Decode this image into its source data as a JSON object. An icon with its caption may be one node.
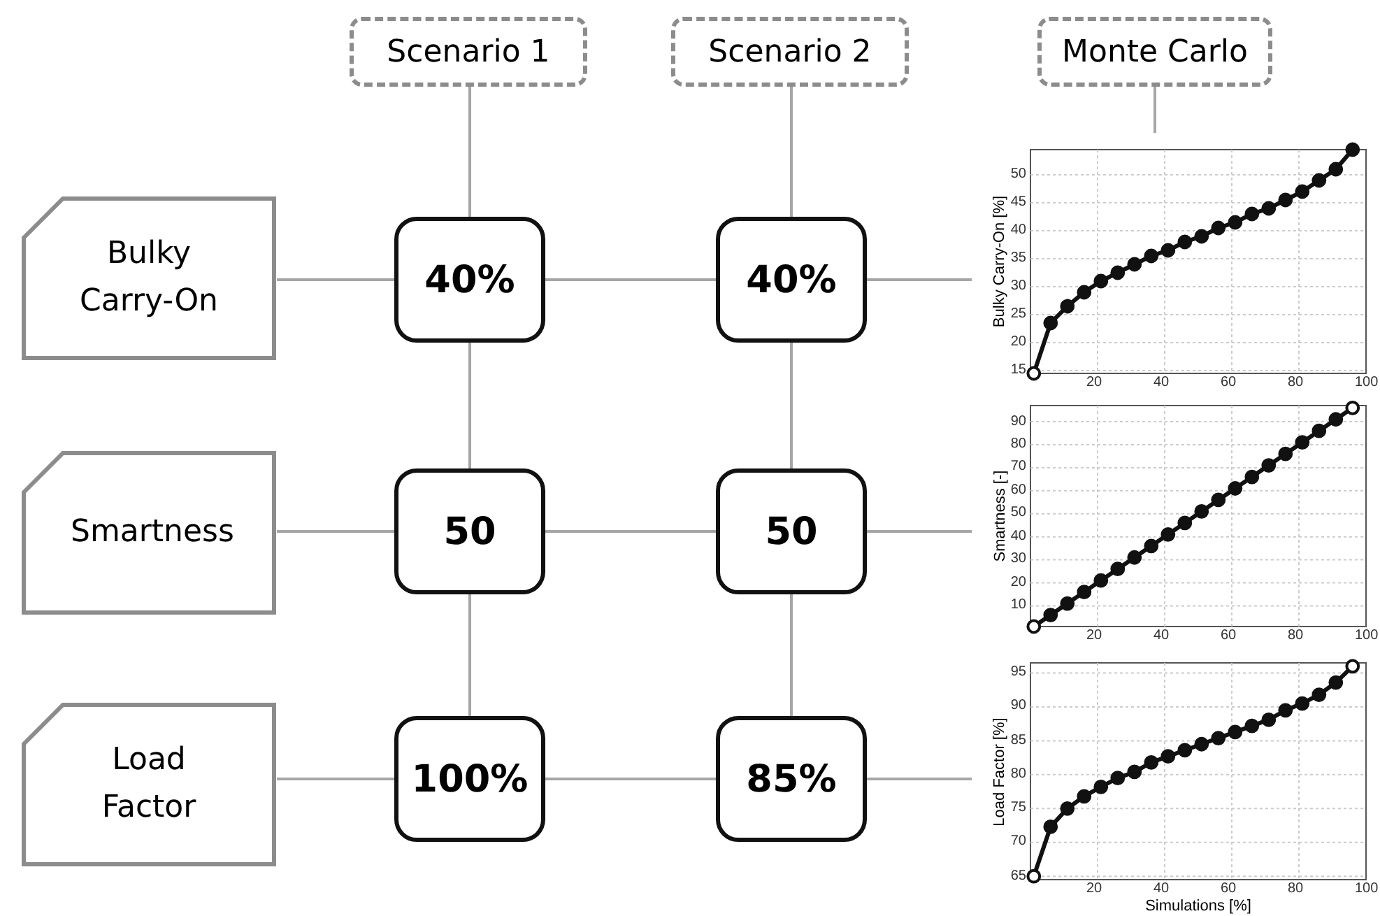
{
  "diagram": {
    "nodes": [
      {
        "text": [
          "Scenario 1"
        ]
      },
      {
        "text": [
          "Scenario 2"
        ]
      },
      {
        "text": [
          "Monte Carlo"
        ]
      },
      {
        "text": [
          "Bulky Carry-On"
        ]
      },
      {
        "text": [
          "40%"
        ]
      },
      {
        "text": [
          "40%"
        ]
      },
      {
        "text": [
          "Bulky Carry-On [%]"
        ]
      },
      {
        "text": [
          "Smartness"
        ]
      },
      {
        "text": [
          "50"
        ]
      },
      {
        "text": [
          "50"
        ]
      },
      {
        "text": [
          "Smartness [-]"
        ]
      },
      {
        "text": [
          "Load Factor"
        ]
      },
      {
        "text": [
          "100%"
        ]
      },
      {
        "text": [
          "85%"
        ]
      },
      {
        "text": [
          "Load Factor [%]",
          "Simulations [%]"
        ]
      }
    ],
    "edges": [
      {
        "from": 0,
        "to": 4,
        "arrow": "none"
      },
      {
        "from": 1,
        "to": 5,
        "arrow": "none"
      },
      {
        "from": 2,
        "to": 6,
        "arrow": "none"
      },
      {
        "from": 3,
        "to": 4,
        "arrow": "none"
      },
      {
        "from": 4,
        "to": 5,
        "arrow": "none"
      },
      {
        "from": 5,
        "to": 6,
        "arrow": "none"
      },
      {
        "from": 4,
        "to": 8,
        "arrow": "none"
      },
      {
        "from": 5,
        "to": 9,
        "arrow": "none"
      },
      {
        "from": 7,
        "to": 8,
        "arrow": "none"
      },
      {
        "from": 8,
        "to": 9,
        "arrow": "none"
      },
      {
        "from": 9,
        "to": 10,
        "arrow": "none"
      },
      {
        "from": 8,
        "to": 12,
        "arrow": "none"
      },
      {
        "from": 9,
        "to": 13,
        "arrow": "none"
      },
      {
        "from": 11,
        "to": 12,
        "arrow": "none"
      },
      {
        "from": 12,
        "to": 13,
        "arrow": "none"
      },
      {
        "from": 13,
        "to": 14,
        "arrow": "none"
      }
    ],
    "labels": [
      "50",
      "45",
      "40",
      "35",
      "30",
      "25",
      "20",
      "15",
      "20",
      "40",
      "60",
      "80",
      "100",
      "90",
      "80",
      "70",
      "60",
      "50",
      "40",
      "30",
      "20",
      "10",
      "20",
      "40",
      "60",
      "80",
      "100",
      "95",
      "90",
      "85",
      "80",
      "75",
      "70",
      "65",
      "20",
      "40",
      "60",
      "80",
      "100"
    ]
  }
}
